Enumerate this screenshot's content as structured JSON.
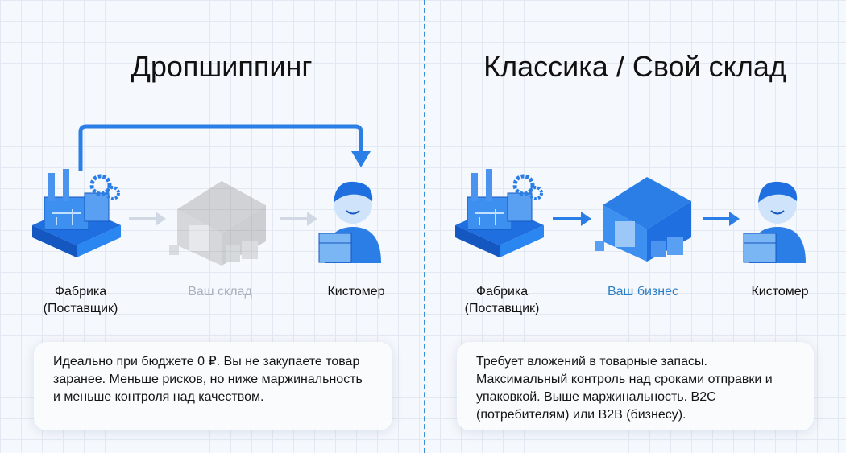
{
  "left": {
    "title": "Дропшиппинг",
    "factory_line1": "Фабрика",
    "factory_line2": "(Поставщик)",
    "warehouse": "Ваш склад",
    "customer": "Кистомер",
    "description": "Идеально при бюджете 0 ₽. Вы не закупаете товар заранее. Меньше рисков, но ниже маржинальность и меньше контроля над качеством."
  },
  "right": {
    "title": "Классика / Свой склад",
    "factory_line1": "Фабрика",
    "factory_line2": "(Поставщик)",
    "warehouse": "Ваш бизнес",
    "customer": "Кистомер",
    "description": "Требует вложений в товарные запасы. Максимальный контроль над сроками отправки и упаковкой. Выше маржинальность. B2C (потребителям) или B2B (бизнесу)."
  },
  "colors": {
    "accent": "#2a7ee6",
    "ghost": "#cfd8e3",
    "business_label": "#2f7fc6",
    "muted_label": "#a9b2bd"
  }
}
